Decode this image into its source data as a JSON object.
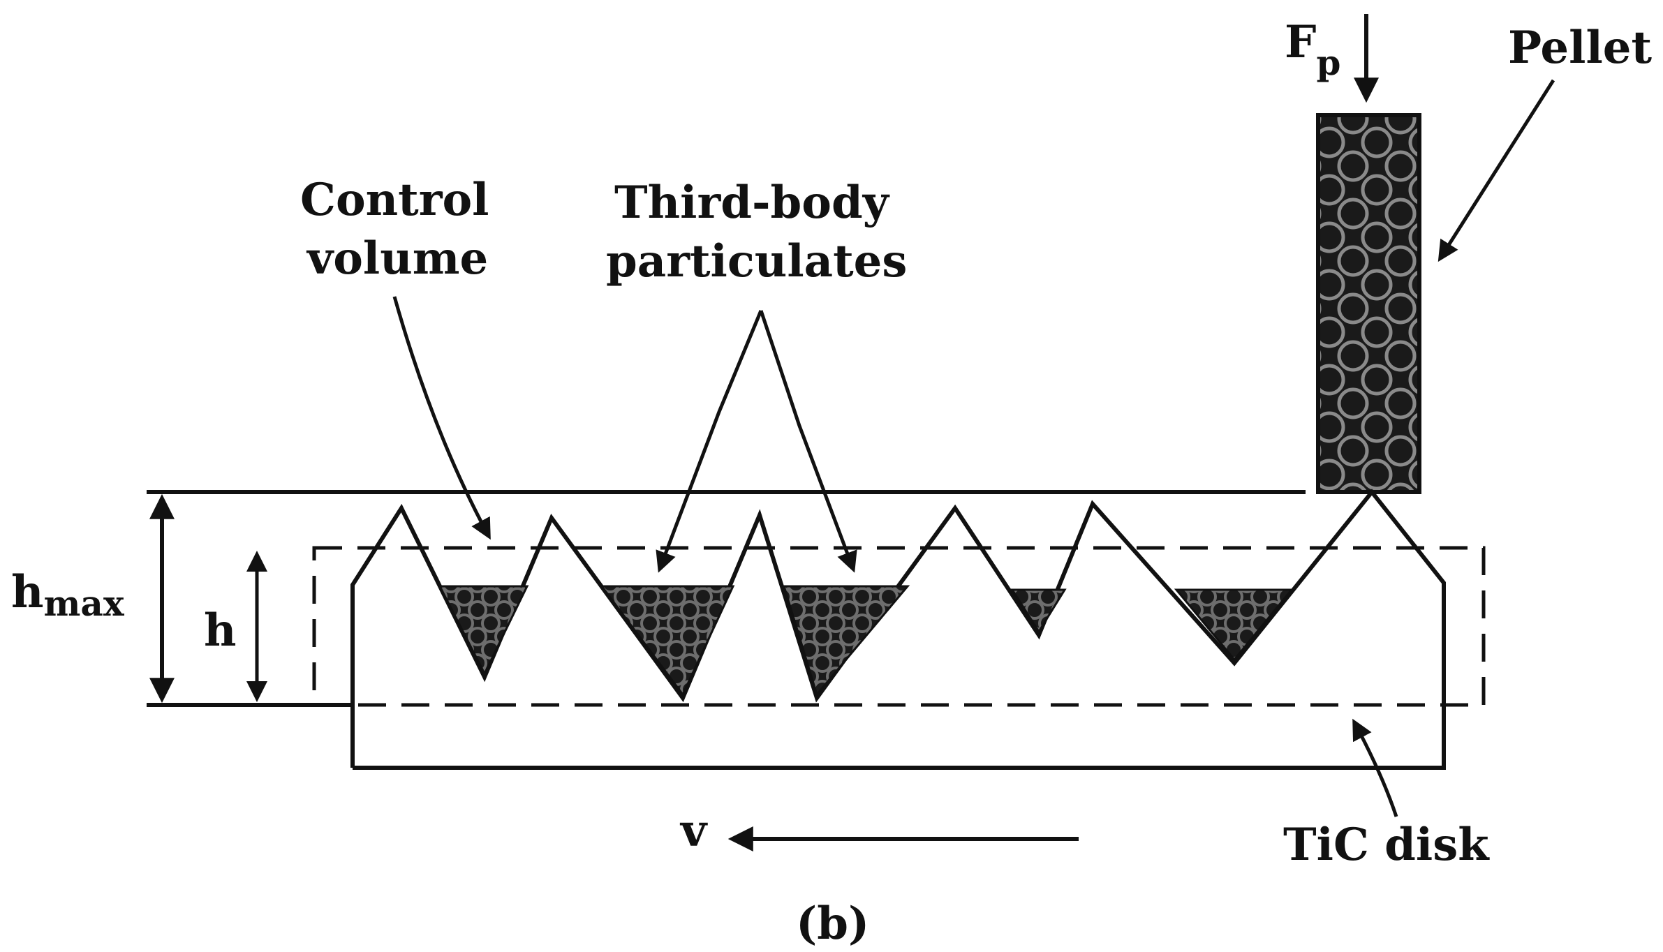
{
  "labels": {
    "force_main": "F",
    "force_sub": "p",
    "pellet": "Pellet",
    "control_volume_line1": "Control",
    "control_volume_line2": "volume",
    "third_body_line1": "Third-body",
    "third_body_line2": "particulates",
    "hmax_main": "h",
    "hmax_sub": "max",
    "h": "h",
    "velocity": "v",
    "disk": "TiC disk",
    "panel": "(b)"
  },
  "colors": {
    "line": "#111111",
    "fill_dark": "#1a1a1a",
    "pattern_light": "#7a7a7a",
    "background": "#ffffff"
  }
}
